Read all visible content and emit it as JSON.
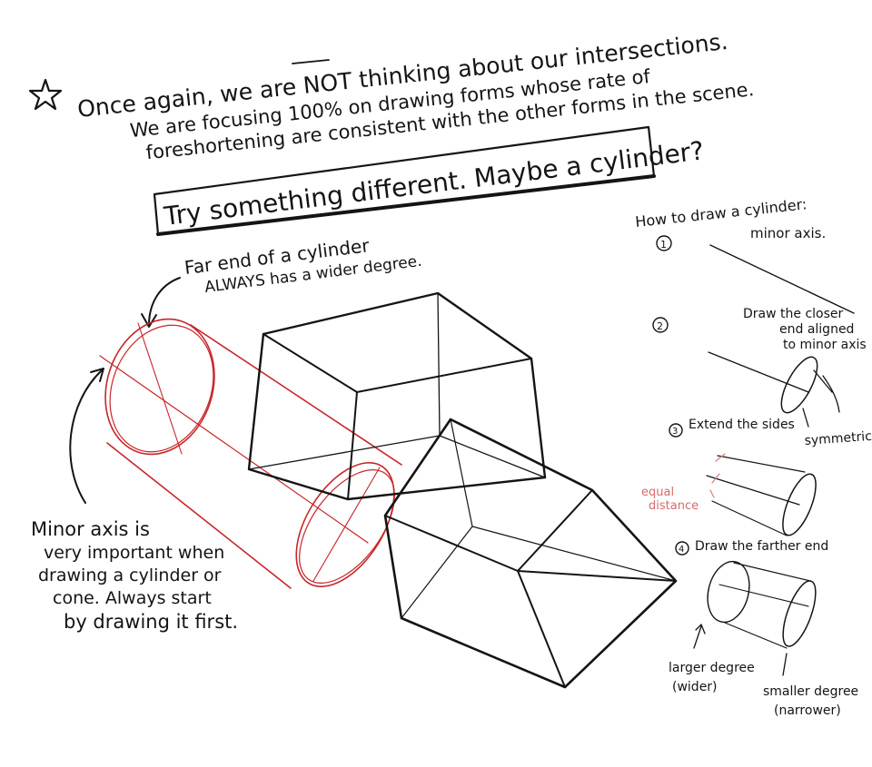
{
  "note": {
    "star": "★",
    "line1": "Once again, we are NOT thinking about our intersections.",
    "line2": "We are focusing 100% on drawing forms whose rate of",
    "line3": "foreshortening are consistent with the other forms in the scene.",
    "emphasis": "NOT"
  },
  "banner": {
    "text": "Try something different. Maybe a cylinder?"
  },
  "labels": {
    "far_end_line1": "Far end of a cylinder",
    "far_end_line2": "ALWAYS has a wider degree.",
    "minor_line1": "Minor axis is",
    "minor_line2": "very important when",
    "minor_line3": "drawing a cylinder or",
    "minor_line4": "cone. Always start",
    "minor_line5": "by drawing it first."
  },
  "howto": {
    "title": "How to draw a cylinder:",
    "step1_num": "1",
    "step1_text": "minor axis.",
    "step2_num": "2",
    "step2_line1": "Draw the closer",
    "step2_line2": "end aligned",
    "step2_line3": "to minor axis",
    "step2_note": "symmetrical",
    "step3_num": "3",
    "step3_text": "Extend the sides",
    "step3_note_line1": "equal",
    "step3_note_line2": "distance",
    "step4_num": "4",
    "step4_text": "Draw the farther end",
    "larger_line1": "larger degree",
    "larger_line2": "(wider)",
    "smaller_line1": "smaller degree",
    "smaller_line2": "(narrower)"
  }
}
